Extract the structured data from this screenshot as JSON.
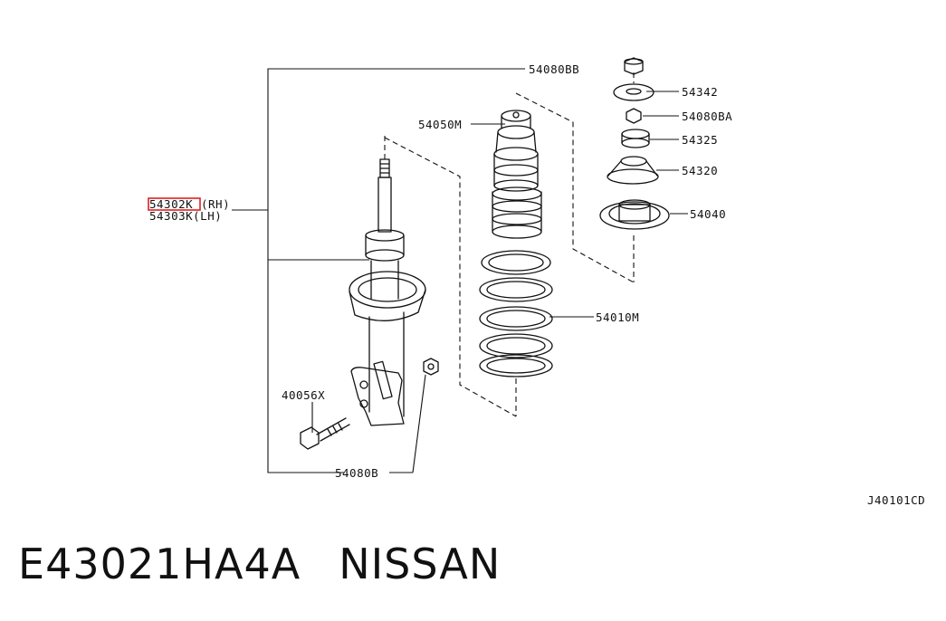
{
  "parts": {
    "p54080BB": "54080BB",
    "p54342": "54342",
    "p54080BA": "54080BA",
    "p54050M": "54050M",
    "p54325": "54325",
    "p54320": "54320",
    "p54040": "54040",
    "p54302K_rh": "54302K",
    "rh_suffix": "(RH)",
    "p54303K_lh": "54303K(LH)",
    "p54010M": "54010M",
    "p40056X": "40056X",
    "p54080B": "54080B"
  },
  "diagram_code": "J40101CD",
  "highlight_color": "#e02020",
  "caption": {
    "part_number": "E43021HA4A",
    "brand": "NISSAN"
  }
}
